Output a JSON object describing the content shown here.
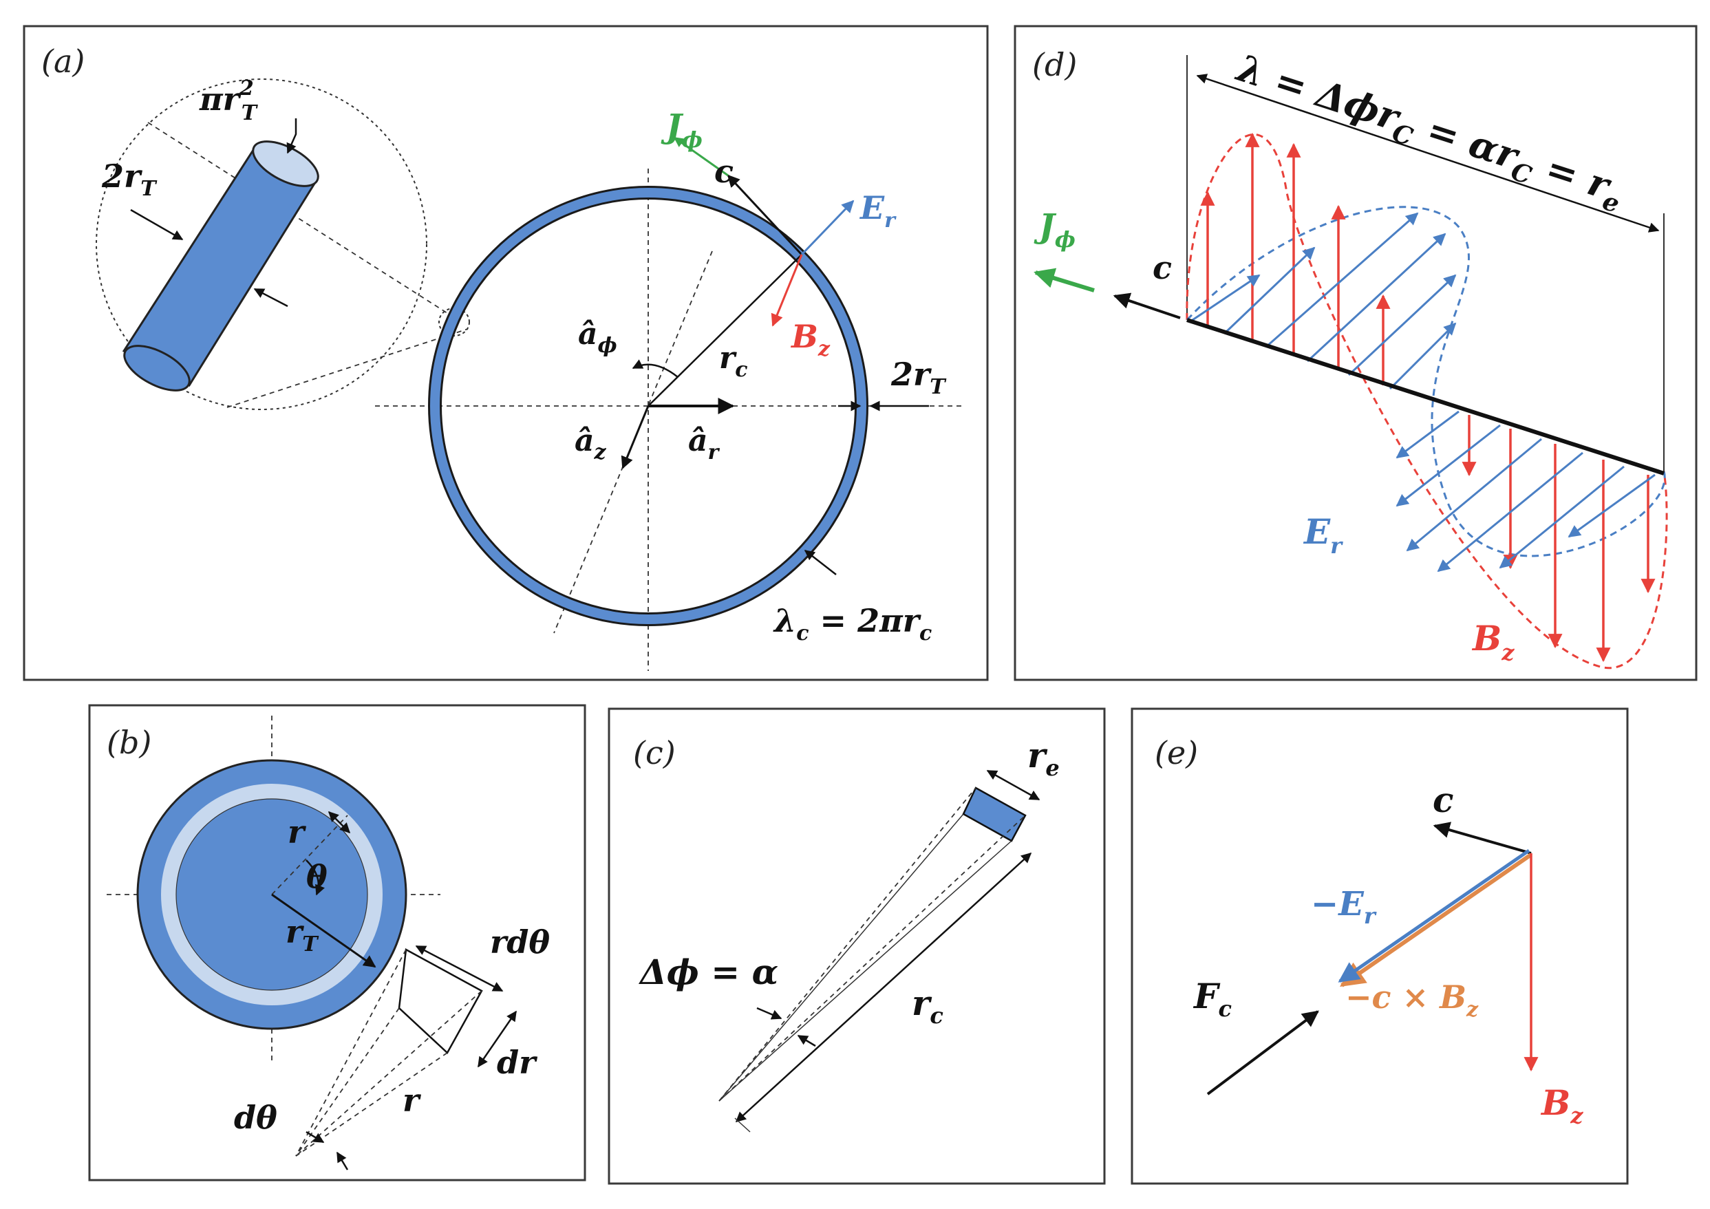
{
  "panels": {
    "a": {
      "label": "(a)",
      "pi_r_t2": "πr",
      "pi_r_t2_sup": "2",
      "pi_r_t2_sub": "T",
      "two_r_t_left": "2r",
      "two_r_t_left_sub": "T",
      "j_phi": "J",
      "j_phi_sub": "ϕ",
      "c": "c",
      "e_r": "E",
      "e_r_sub": "r",
      "b_z": "B",
      "b_z_sub": "z",
      "a_phi": "â",
      "a_phi_sub": "ϕ",
      "r_c": "r",
      "r_c_sub": "c",
      "two_r_t_right": "2r",
      "two_r_t_right_sub": "T",
      "a_z": "â",
      "a_z_sub": "z",
      "a_r": "â",
      "a_r_sub": "r",
      "lambda_c": "λ",
      "lambda_c_sub": "c",
      "lambda_c_eq": " = 2πr",
      "lambda_c_eq_sub": "c"
    },
    "b": {
      "label": "(b)",
      "r": "r",
      "theta": "θ",
      "r_t": "r",
      "r_t_sub": "T",
      "r_dtheta": "rdθ",
      "dr": "dr",
      "dtheta": "dθ",
      "r_bottom": "r"
    },
    "c": {
      "label": "(c)",
      "r_e": "r",
      "r_e_sub": "e",
      "delta_phi": "Δϕ = α",
      "r_c": "r",
      "r_c_sub": "c"
    },
    "d": {
      "label": "(d)",
      "lambda_eq": "λ = Δϕr",
      "lambda_eq_sub1": "C",
      "lambda_eq_mid": " = αr",
      "lambda_eq_sub2": "C",
      "lambda_eq_end": " = r",
      "lambda_eq_sub3": "e",
      "j_phi": "J",
      "j_phi_sub": "ϕ",
      "c": "c",
      "e_r": "E",
      "e_r_sub": "r",
      "b_z": "B",
      "b_z_sub": "z"
    },
    "e": {
      "label": "(e)",
      "c": "c",
      "neg_e_r": "−E",
      "neg_e_r_sub": "r",
      "cross": "−c × B",
      "cross_sub": "z",
      "f_c": "F",
      "f_c_sub": "c",
      "b_z": "B",
      "b_z_sub": "z"
    }
  },
  "colors": {
    "blue": "#4a7fc4",
    "light_blue": "#c7d8ee",
    "red": "#e8413a",
    "green": "#3aa84a",
    "orange": "#e0894a"
  }
}
